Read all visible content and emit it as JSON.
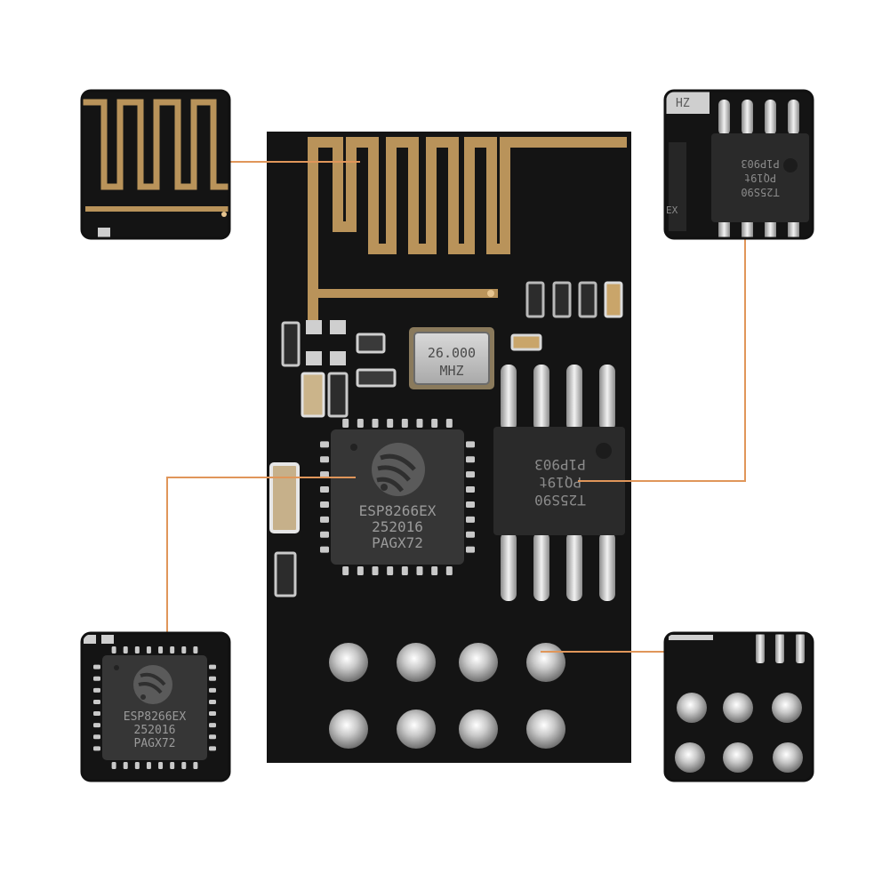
{
  "image": {
    "subject": "ESP-01 ESP8266 WiFi module with four zoomed detail callouts",
    "colors": {
      "background": "#ffffff",
      "pcb": "#141414",
      "gold_trace": "#b9935a",
      "callout_line": "#e0965a",
      "chip_body": "#2f2f2f",
      "silver_pad": "#d8d8d8"
    }
  },
  "crystal": {
    "line1": "26.000",
    "line2": "MHZ"
  },
  "esp_chip": {
    "line1": "ESP8266EX",
    "line2": "252016",
    "line3": "PAGX72"
  },
  "flash_chip": {
    "line1": "T25S90",
    "line2": "PQ19t",
    "line3": "P1P903"
  },
  "callouts": {
    "antenna": "antenna-detail",
    "flash": "flash-chip-detail",
    "esp": "esp-chip-detail",
    "pins": "header-pins-detail",
    "zoom_esp": {
      "line1": "ESP8266EX",
      "line2": "252016",
      "line3": "PAGX72"
    },
    "zoom_flash": {
      "line1": "T25S90",
      "line2": "PQ19t",
      "line3": "P1P903"
    },
    "zoom_crystal_fragment": "HZ",
    "zoom_esp_fragment": "EX"
  }
}
